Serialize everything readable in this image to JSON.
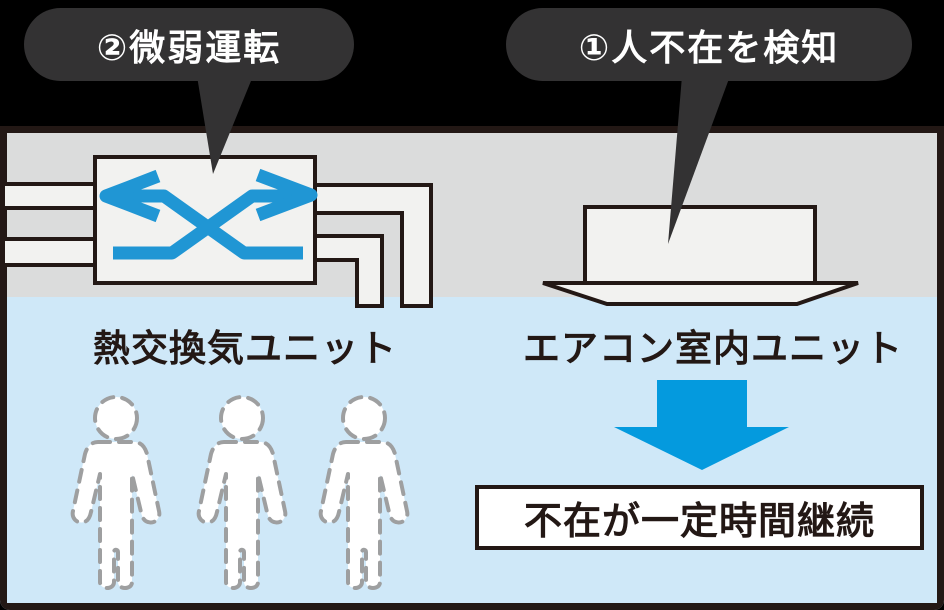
{
  "callouts": {
    "step2": {
      "label": "②微弱運転",
      "target": "heat-exchange-unit"
    },
    "step1": {
      "label": "①人不在を検知",
      "target": "aircon-indoor-unit"
    }
  },
  "labels": {
    "heat_exchange_unit": "熱交換気ユニット",
    "aircon_indoor_unit": "エアコン室内ユニット"
  },
  "result": {
    "label": "不在が一定時間継続"
  },
  "people": {
    "count": 3,
    "state": "absent-dashed-outline"
  },
  "colors": {
    "background": "#000000",
    "frame": "#231815",
    "ceiling": "#dbdcdc",
    "room": "#cfe8f8",
    "shape_fill": "#f2f2f0",
    "bubble": "#333233",
    "bubble_text": "#ffffff",
    "heat_exchange_arrows": "#2096d4",
    "flow_arrow": "#049ade",
    "person_dash": "#9e9fa0",
    "text": "#231815"
  }
}
